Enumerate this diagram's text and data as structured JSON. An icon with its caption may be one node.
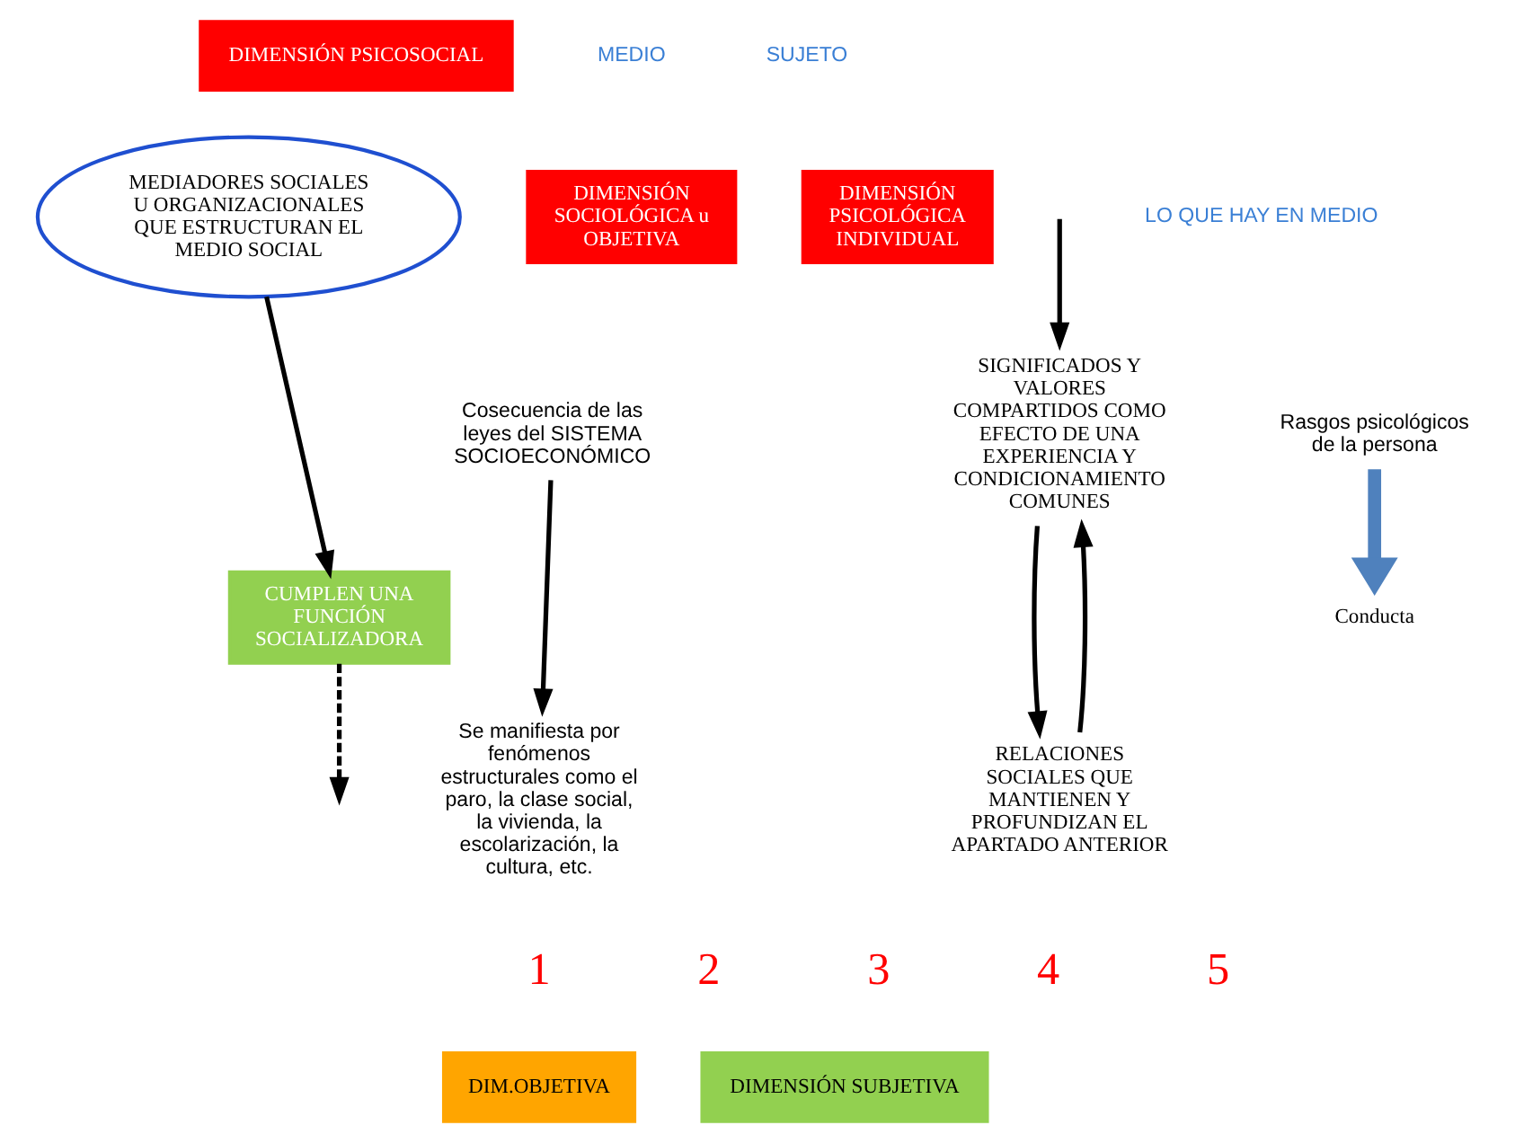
{
  "diagram": {
    "nodes": [
      {
        "text": [
          "DIMENSIÓN PSICOSOCIAL"
        ]
      },
      {
        "text": [
          "DIMENSIÓN SOCIOLÓGICA u OBJETIVA"
        ]
      },
      {
        "text": [
          "MEDIADORES SOCIALES U ORGANIZACIONALES QUE ESTRUCTURAN EL MEDIO SOCIAL"
        ]
      },
      {
        "text": [
          "DIMENSIÓN PSICOLÓGICA INDIVIDUAL"
        ]
      },
      {
        "text": [
          "Cosecuencia de las leyes del SISTEMA SOCIOECONÓMICO"
        ]
      },
      {
        "text": [
          "SIGNIFICADOS Y VALORES COMPARTIDOS COMO EFECTO DE UNA EXPERIENCIA Y CONDICIONAMIENTO COMUNES"
        ]
      },
      {
        "text": [
          "Rasgos psicológicos de la persona"
        ]
      },
      {
        "text": [
          "CUMPLEN UNA FUNCIÓN SOCIALIZADORA"
        ]
      },
      {
        "text": [
          "Conducta"
        ]
      },
      {
        "text": [
          "Se manifiesta por fenómenos estructurales como el paro, la clase social, la vivienda, la escolarización, la cultura, etc."
        ]
      },
      {
        "text": [
          "RELACIONES SOCIALES QUE MANTIENEN Y PROFUNDIZAN EL APARTADO ANTERIOR"
        ]
      },
      {
        "text": [
          "DIM.OBJETIVA"
        ]
      },
      {
        "text": [
          "DIMENSIÓN SUBJETIVA"
        ]
      }
    ],
    "edges": [
      {
        "from": 4,
        "to": 9,
        "arrow": "to"
      },
      {
        "from": 2,
        "to": 7,
        "arrow": "to"
      },
      {
        "from": 7,
        "to": null,
        "arrow": "to",
        "style": "dashed"
      },
      {
        "from": null,
        "to": 5,
        "arrow": "to"
      },
      {
        "from": 5,
        "to": 10,
        "arrow": "to"
      },
      {
        "from": 10,
        "to": 5,
        "arrow": "to"
      },
      {
        "from": 6,
        "to": 8,
        "arrow": "to",
        "style": "thick",
        "color": "#4f81bd"
      }
    ],
    "labels": [
      "MEDIO",
      "LO QUE HAY EN MEDIO",
      "SUJETO",
      "1",
      "2",
      "3",
      "4",
      "5"
    ]
  }
}
